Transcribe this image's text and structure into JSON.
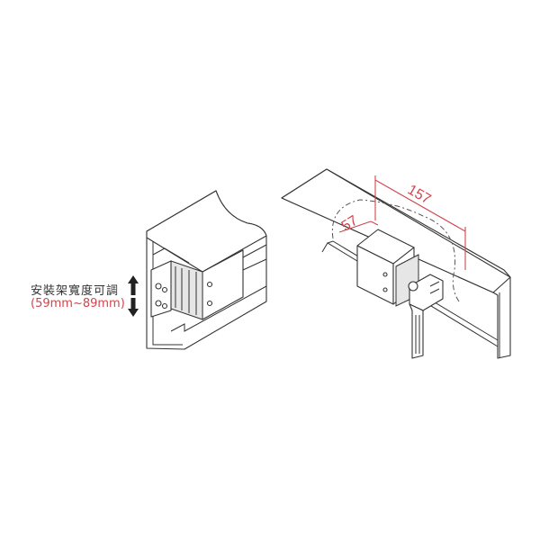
{
  "left_figure": {
    "caption": "安裝架寬度可調",
    "range": "(59mm~89mm)"
  },
  "right_figure": {
    "dimension_length": "157",
    "dimension_depth": "57"
  },
  "colors": {
    "annotation": "#d0464e",
    "line": "#333333"
  }
}
